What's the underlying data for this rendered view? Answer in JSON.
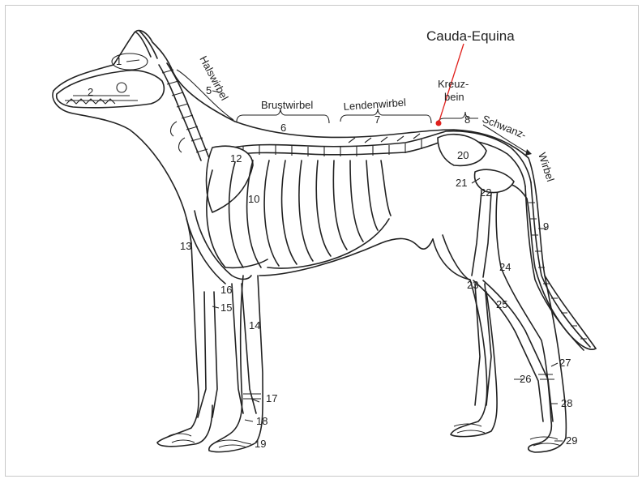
{
  "callout": {
    "text": "Cauda-Equina",
    "line_color": "#e0201c"
  },
  "regions": {
    "hals": "Halswirbel",
    "brust": "Brustwirbel",
    "lenden": "Lendenwirbel",
    "kreuz_1": "Kreuz-",
    "kreuz_2": "bein",
    "schwanz": "Schwanz-",
    "wirbel": "Wirbel"
  },
  "numbers": {
    "n1": "1",
    "n2": "2",
    "n5": "5",
    "n6": "6",
    "n7": "7",
    "n8": "8",
    "n9": "9",
    "n10": "10",
    "n12": "12",
    "n13": "13",
    "n14": "14",
    "n15": "15",
    "n16": "16",
    "n17": "17",
    "n18": "18",
    "n19": "19",
    "n20": "20",
    "n21": "21",
    "n22": "22",
    "n23": "23",
    "n24": "24",
    "n25": "25",
    "n26": "26",
    "n27": "27",
    "n28": "28",
    "n29": "29"
  }
}
